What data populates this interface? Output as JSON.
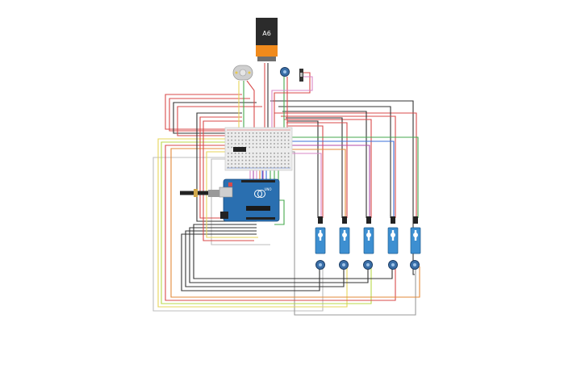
{
  "battery": {
    "label": "A6",
    "colors": {
      "top": "#2b2b2b",
      "body": "#f08a1c",
      "terminal": "#8a8a8a"
    }
  },
  "arduino": {
    "brand_text": "UNO",
    "board_color": "#2a6fb0"
  },
  "servos": {
    "count": 5,
    "color": "#3d8fd1"
  },
  "potentiometers": {
    "count": 6,
    "color": "#3a6fa8"
  },
  "wire_colors": [
    "#d84a4a",
    "#333333",
    "#e7d45a",
    "#9a9a9a",
    "#46a84d",
    "#d987c7",
    "#e38a3a",
    "#3a6fd8",
    "#b04aa8"
  ]
}
